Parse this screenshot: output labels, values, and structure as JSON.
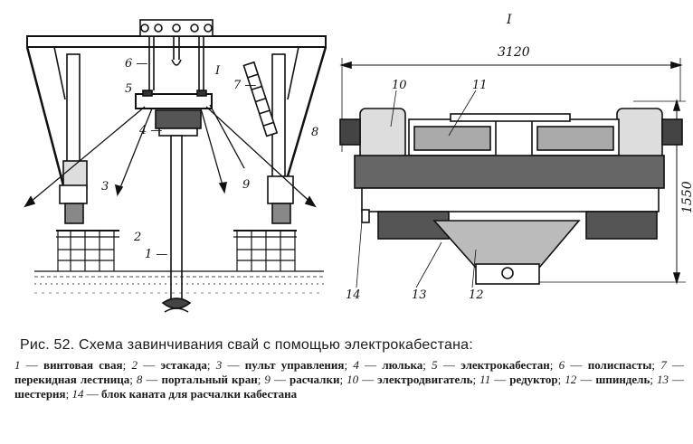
{
  "figure": {
    "view_label": "I",
    "section_mark": "I",
    "dimension_width": "3120",
    "dimension_height": "1550",
    "callouts": [
      "1",
      "2",
      "3",
      "4",
      "5",
      "6",
      "7",
      "8",
      "9",
      "10",
      "11",
      "12",
      "13",
      "14"
    ]
  },
  "caption": {
    "title": "Рис. 52. Схема завинчивания свай с помощью электрокабестана:",
    "legend": [
      {
        "num": "1",
        "text": "винтовая свая"
      },
      {
        "num": "2",
        "text": "эстакада"
      },
      {
        "num": "3",
        "text": "пульт управления"
      },
      {
        "num": "4",
        "text": "люлька"
      },
      {
        "num": "5",
        "text": "электрокабестан"
      },
      {
        "num": "6",
        "text": "полиспасты"
      },
      {
        "num": "7",
        "text": "перекидная лестница"
      },
      {
        "num": "8",
        "text": "портальный кран"
      },
      {
        "num": "9",
        "text": "расчалки"
      },
      {
        "num": "10",
        "text": "электродвигатель"
      },
      {
        "num": "11",
        "text": "редуктор"
      },
      {
        "num": "12",
        "text": "шпиндель"
      },
      {
        "num": "13",
        "text": "шестерня"
      },
      {
        "num": "14",
        "text": "блок каната для расчалки кабестана"
      }
    ]
  }
}
